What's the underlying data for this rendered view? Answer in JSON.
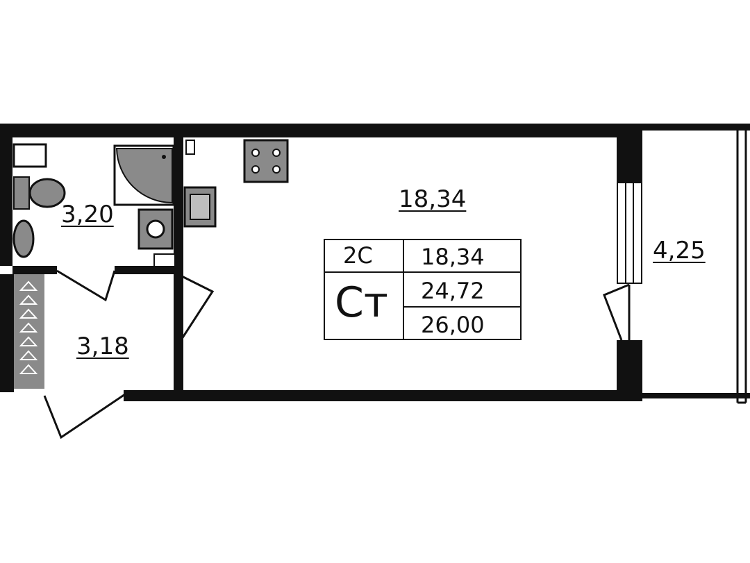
{
  "rooms": {
    "main_room_area": "18,34",
    "bathroom_area": "3,20",
    "hallway_area": "3,18",
    "balcony_area": "4,25"
  },
  "info_table": {
    "building_code": "2C",
    "apartment_type": "Ст",
    "living_area": "18,34",
    "total_area": "24,72",
    "total_area_with_balcony": "26,00"
  },
  "colors": {
    "wall": "#111111",
    "fixture": "#8a8a8a",
    "background": "#ffffff"
  }
}
